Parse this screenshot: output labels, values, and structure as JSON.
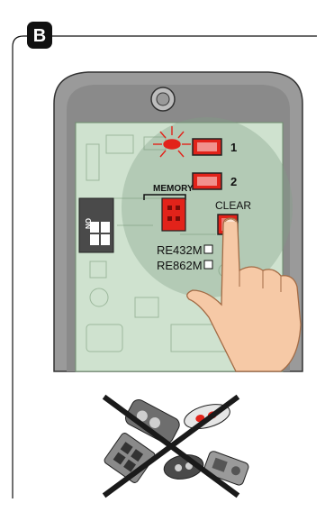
{
  "panel": {
    "badge": "B"
  },
  "board": {
    "channel_1": "1",
    "channel_2": "2",
    "memory_label": "MEMORY",
    "clear_label": "CLEAR",
    "switch_label": "ON",
    "option_1": "RE432M",
    "option_2": "RE862M"
  },
  "colors": {
    "housing": "#8f8f8f",
    "board": "#cfe2cf",
    "button_red": "#e2231a",
    "skin": "#f6c9a6",
    "cross": "#1a1a1a"
  },
  "icons": [
    "finger-pointer-icon",
    "remote-control-icon",
    "cross-out-icon",
    "led-blink-icon"
  ]
}
